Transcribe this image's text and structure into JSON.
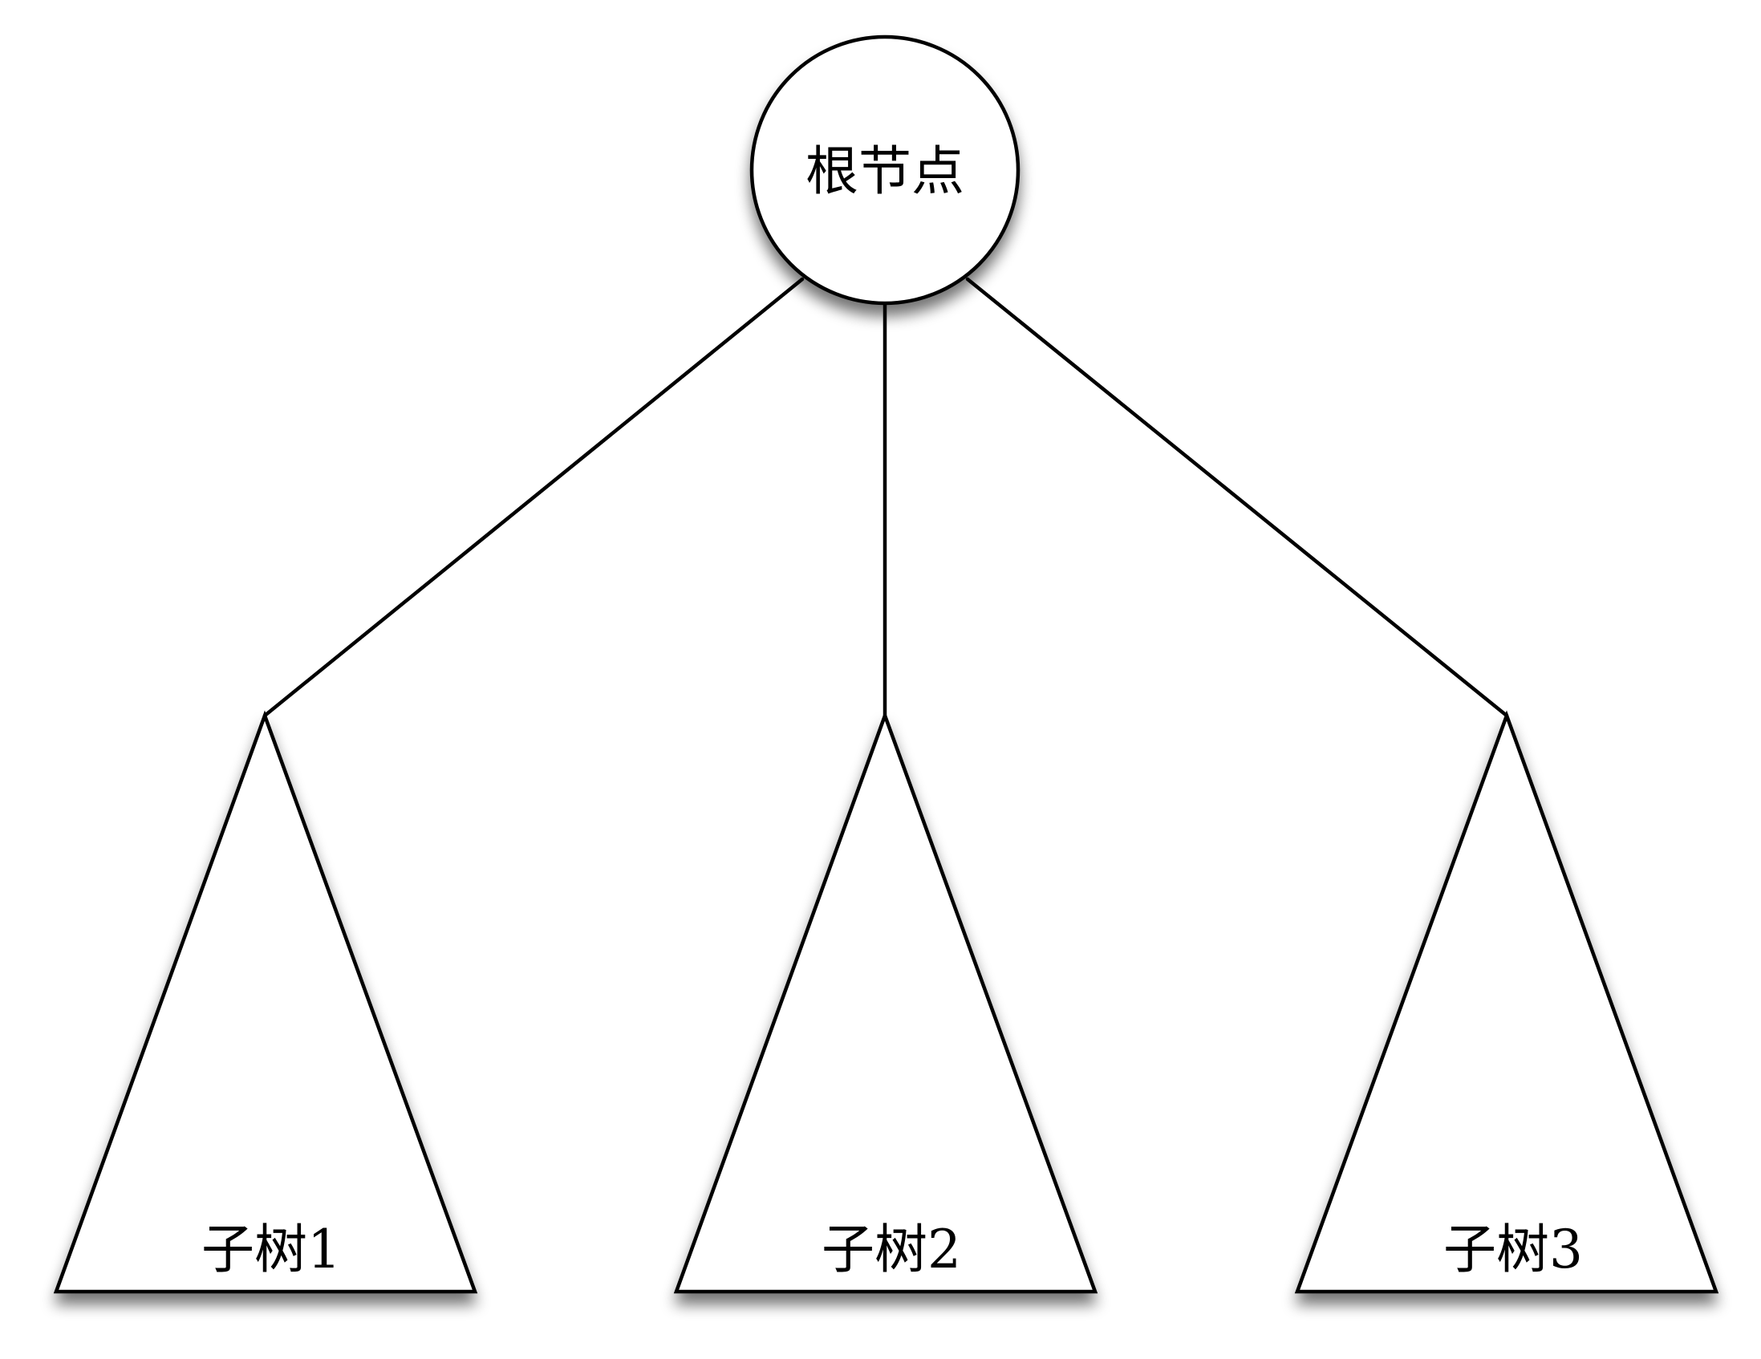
{
  "root": {
    "label": "根节点"
  },
  "subtrees": [
    {
      "label": "子树1"
    },
    {
      "label": "子树2"
    },
    {
      "label": "子树3"
    }
  ],
  "colors": {
    "stroke": "#000000",
    "fill": "#ffffff",
    "shadow": "#000000"
  }
}
